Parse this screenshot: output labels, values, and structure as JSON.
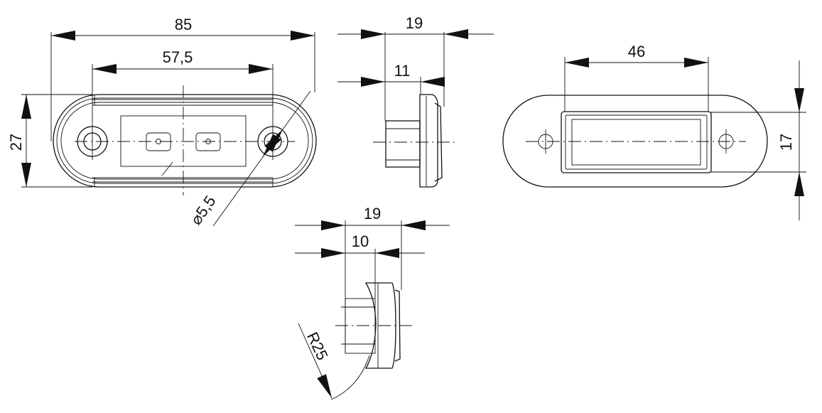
{
  "drawing": {
    "front_view": {
      "width": "85",
      "hole_spacing": "57,5",
      "height": "27",
      "hole_diameter": "⌀5,5"
    },
    "side_view_top": {
      "depth": "19",
      "stem_depth": "11"
    },
    "rear_view": {
      "cutout_width": "46",
      "cutout_height": "17"
    },
    "side_view_bottom": {
      "depth": "19",
      "stem_depth": "10",
      "radius": "R25"
    }
  }
}
